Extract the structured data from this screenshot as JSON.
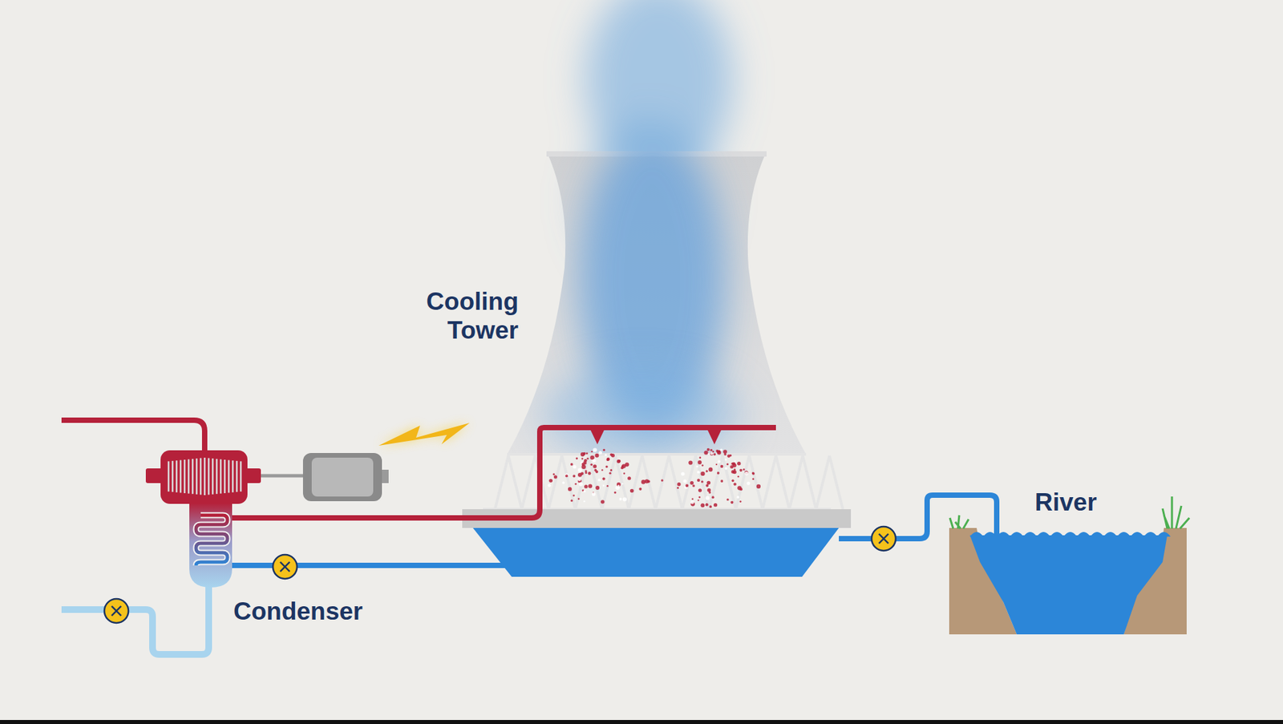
{
  "diagram": {
    "labels": [
      "Cooling Tower",
      "River",
      "Condenser"
    ]
  }
}
